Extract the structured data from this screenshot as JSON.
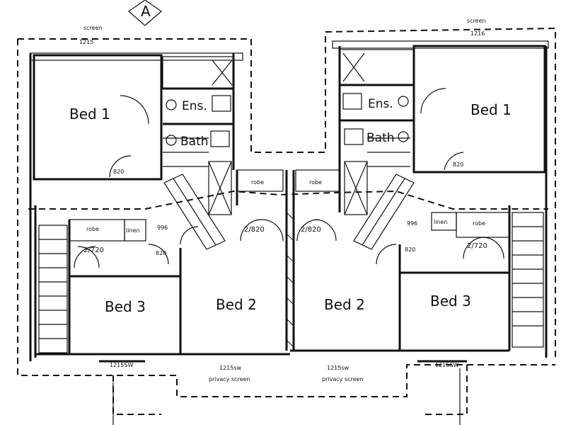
{
  "labels": {
    "marker": "A",
    "bed1": "Bed 1",
    "bed2": "Bed 2",
    "bed3": "Bed 3",
    "ens": "Ens.",
    "bath": "Bath",
    "robe": "robe",
    "linen": "linen",
    "door_820": "820",
    "door_2x720": "2/720",
    "door_2x820": "2/820",
    "door_996": "996",
    "screen": "screen",
    "dim_1215": "1215",
    "dim_1216": "1216",
    "dim_1215sw": "1215SW",
    "dim_1215sw_b": "1215sw",
    "privacy_screen": "privacy screen"
  },
  "colors": {
    "ink": "#111111",
    "paper": "#ffffff"
  }
}
